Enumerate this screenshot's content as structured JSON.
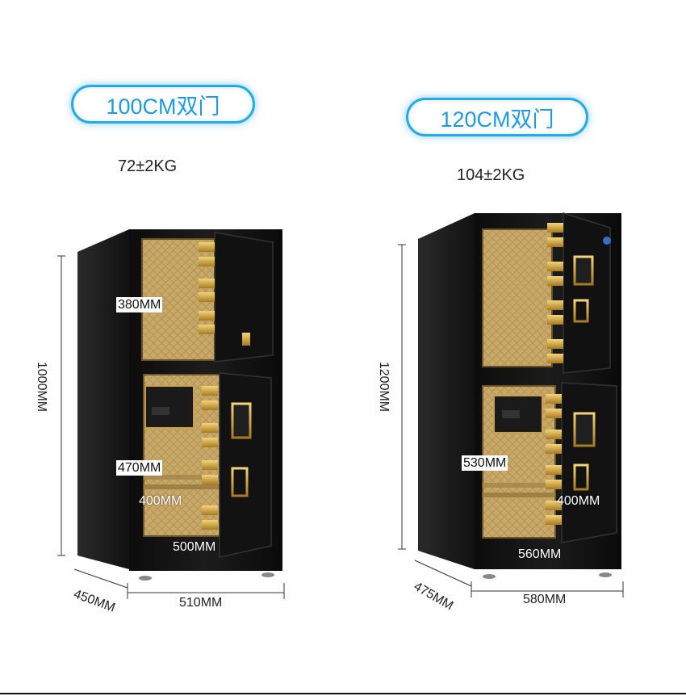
{
  "left": {
    "title": "100CM双门",
    "weight": "72±2KG",
    "height": "1000MM",
    "depth": "450MM",
    "width": "510MM",
    "upper_inner": "380MM",
    "lower_inner": "470MM",
    "inner_depth": "400MM",
    "inner_width": "500MM"
  },
  "right": {
    "title": "120CM双门",
    "weight": "104±2KG",
    "height": "1200MM",
    "depth": "475MM",
    "width": "580MM",
    "lower_inner": "530MM",
    "inner_depth": "400MM",
    "inner_width": "560MM"
  },
  "colors": {
    "badge_border": "#27a9e8",
    "badge_text": "#1e9be0",
    "safe_body": "#141414",
    "interior": "#c9a96a",
    "gold": "#d4a93a"
  }
}
